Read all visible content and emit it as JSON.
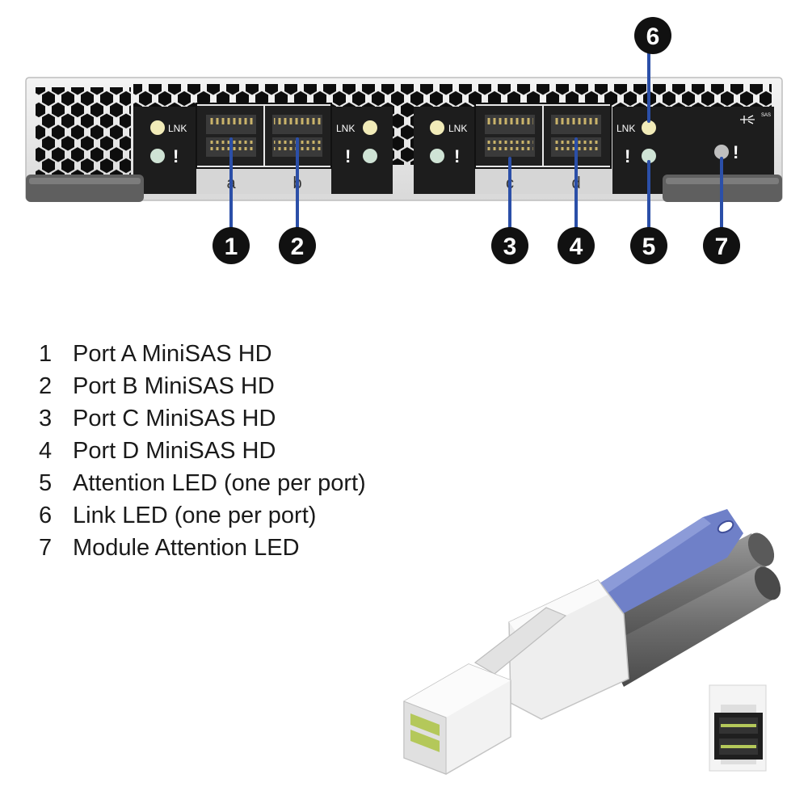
{
  "module": {
    "led_label": "LNK",
    "attention_symbol": "!",
    "ports": [
      {
        "letter": "a"
      },
      {
        "letter": "b"
      },
      {
        "letter": "c"
      },
      {
        "letter": "d"
      }
    ],
    "sas_mark": "SAS"
  },
  "callouts": [
    {
      "number": "1"
    },
    {
      "number": "2"
    },
    {
      "number": "3"
    },
    {
      "number": "4"
    },
    {
      "number": "5"
    },
    {
      "number": "6"
    },
    {
      "number": "7"
    }
  ],
  "legend": [
    {
      "number": "1",
      "text": "Port A MiniSAS HD"
    },
    {
      "number": "2",
      "text": "Port B MiniSAS HD"
    },
    {
      "number": "3",
      "text": "Port C MiniSAS HD"
    },
    {
      "number": "4",
      "text": "Port D MiniSAS HD"
    },
    {
      "number": "5",
      "text": "Attention LED (one per port)"
    },
    {
      "number": "6",
      "text": "Link LED (one per port)"
    },
    {
      "number": "7",
      "text": "Module Attention LED"
    }
  ],
  "colors": {
    "callout_line": "#2b4fa8",
    "callout_circle": "#111111",
    "link_led": "#f1ebb8",
    "attention_led": "#cfe3d5",
    "cable_tab": "#6f80c8"
  }
}
